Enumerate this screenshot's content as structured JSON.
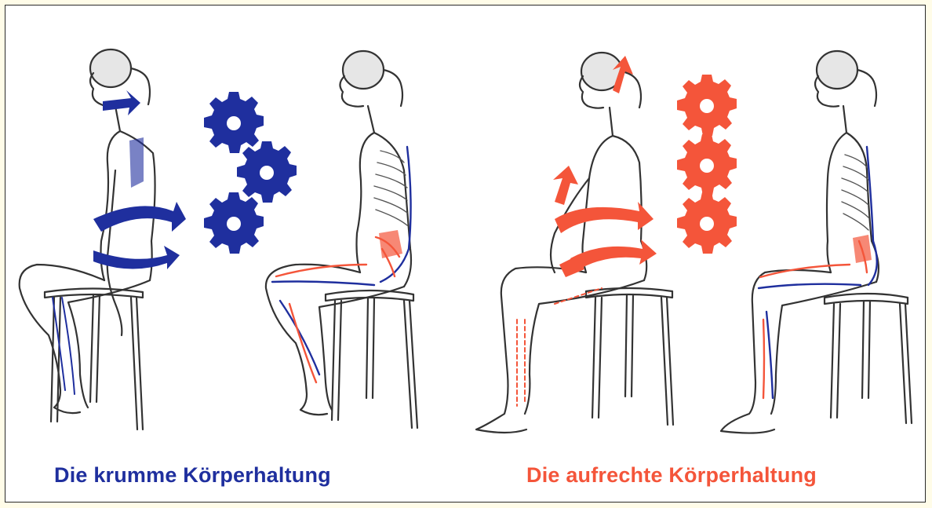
{
  "captions": {
    "slouched": "Die krumme Körperhaltung",
    "upright": "Die aufrechte Körperhaltung"
  },
  "colors": {
    "slouched": "#1f2f9e",
    "upright": "#f4553a",
    "line": "#333333",
    "background": "#ffffff",
    "frame_bg": "#fffce8"
  },
  "panels": [
    {
      "name": "slouched-figure-front",
      "posture": "slouched"
    },
    {
      "name": "slouched-figure-skeleton",
      "posture": "slouched"
    },
    {
      "name": "upright-figure-front",
      "posture": "upright"
    },
    {
      "name": "upright-figure-skeleton",
      "posture": "upright"
    }
  ],
  "icons": [
    "gear-icon",
    "arrow-icon",
    "chair-icon",
    "spine-icon"
  ]
}
